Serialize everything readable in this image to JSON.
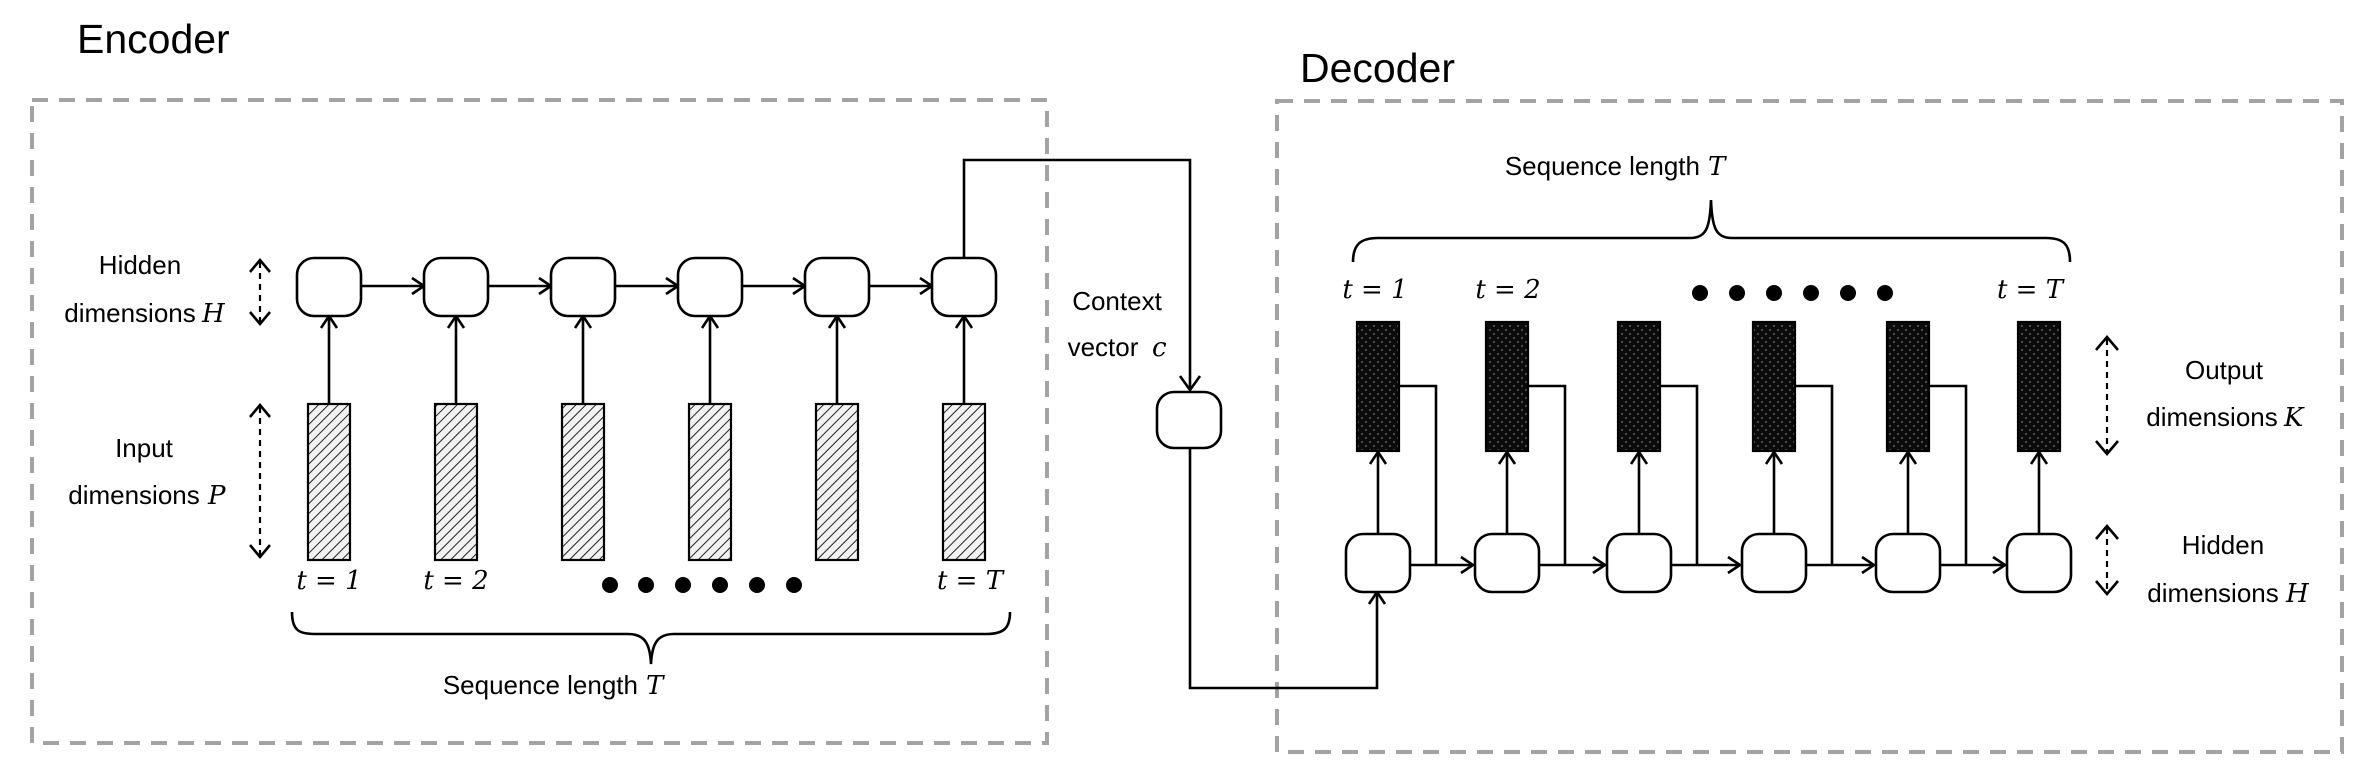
{
  "encoder": {
    "title": "Encoder",
    "hidden_label_line1": "Hidden",
    "hidden_label_line2": "dimensions",
    "hidden_symbol": "H",
    "input_label_line1": "Input",
    "input_label_line2": "dimensions",
    "input_symbol": "P",
    "time_labels": [
      "t = 1",
      "t = 2",
      "t = T"
    ],
    "sequence_label": "Sequence length",
    "sequence_symbol": "T"
  },
  "context": {
    "label_line1": "Context",
    "label_line2": "vector",
    "symbol": "c"
  },
  "decoder": {
    "title": "Decoder",
    "sequence_label": "Sequence length",
    "sequence_symbol": "T",
    "time_labels": [
      "t = 1",
      "t = 2",
      "t = T"
    ],
    "output_label_line1": "Output",
    "output_label_line2": "dimensions",
    "output_symbol": "K",
    "hidden_label_line1": "Hidden",
    "hidden_label_line2": "dimensions",
    "hidden_symbol": "H"
  },
  "colors": {
    "frame": "#a3a3a3",
    "stroke": "#000000",
    "output_fill": "#0b0b0b"
  }
}
